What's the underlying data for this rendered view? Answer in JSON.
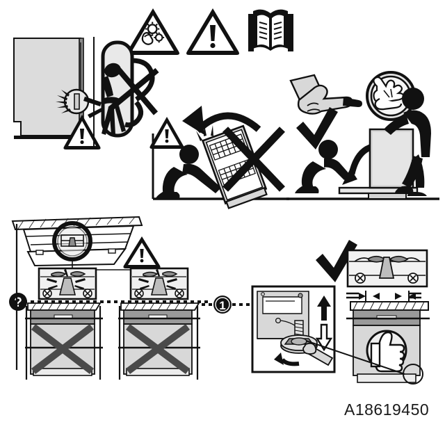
{
  "document": {
    "type": "appliance-installation-safety-pictogram-sheet",
    "code": "A18619450",
    "background_color": "#ffffff",
    "ink_color": "#111111",
    "panel_fill_light": "#d8d8d8",
    "panel_fill_mid": "#bdbdbd",
    "panel_fill_dark": "#8d8d8d"
  },
  "header_icons": [
    {
      "name": "pinch-hazard-triangle",
      "label": "",
      "meaning": "hand crushing / rotating parts hazard",
      "shape": "triangle"
    },
    {
      "name": "general-warning-triangle",
      "label": "!",
      "meaning": "general warning",
      "shape": "triangle"
    },
    {
      "name": "read-manual-book",
      "label": "",
      "meaning": "read the instruction manual",
      "shape": "open-book"
    }
  ],
  "panel_top_left": {
    "name": "door-pinch-hazard",
    "items": [
      {
        "name": "appliance-door-panel",
        "meaning": "appliance front door, side view"
      },
      {
        "name": "hinge-pinch-point",
        "meaning": "highlighted hinge pinch point with impact rays"
      },
      {
        "name": "warning-triangle-small",
        "label": "!",
        "meaning": "warning"
      },
      {
        "name": "crossed-out-hand-in-gap",
        "meaning": "do not place hand in the door gap"
      }
    ]
  },
  "panel_tipping": {
    "name": "do-not-tip-appliance",
    "status": "prohibited",
    "marker": "X",
    "items": [
      {
        "name": "warning-triangle-small",
        "label": "!"
      },
      {
        "name": "curved-tipping-arrow",
        "meaning": "tipping rotation motion"
      },
      {
        "name": "person-tipping-appliance",
        "meaning": "one person tipping appliance onto its back"
      },
      {
        "name": "impact-burst",
        "meaning": "damage to interior racks"
      },
      {
        "name": "prohibition-cross",
        "label": "X"
      }
    ]
  },
  "panel_correct_lift": {
    "name": "correct-two-person-lift",
    "status": "approved",
    "marker": "check",
    "items": [
      {
        "name": "pointing-hand-icon",
        "meaning": "attention / note"
      },
      {
        "name": "two-hands-circle-icon",
        "meaning": "two persons required"
      },
      {
        "name": "check-mark",
        "label": "✓"
      },
      {
        "name": "person-kneeling-lifting-base",
        "meaning": "lift from the base"
      },
      {
        "name": "person-standing-holding-top",
        "meaning": "second person steadies the appliance"
      },
      {
        "name": "downward-curved-arrow",
        "meaning": "support direction"
      }
    ]
  },
  "panel_bottom_wrong": {
    "name": "incorrect-worktop-clearance",
    "status": "prohibited",
    "callout_marker": "?",
    "items": [
      {
        "name": "worktop-underside-perspective",
        "meaning": "underside of the worktop, perspective view"
      },
      {
        "name": "magnifier-circle",
        "meaning": "detail zoom of the mounting area"
      },
      {
        "name": "collision-inset-left",
        "meaning": "leveling foot colliding with worktop underside"
      },
      {
        "name": "collision-inset-right",
        "meaning": "leveling foot colliding with worktop underside"
      },
      {
        "name": "warning-triangle-small",
        "label": "!"
      },
      {
        "name": "prohibition-cross-left",
        "label": "X"
      },
      {
        "name": "prohibition-cross-right",
        "label": "X"
      },
      {
        "name": "reference-dotted-line",
        "meaning": "worktop height reference line"
      },
      {
        "name": "screw-fixing-mark",
        "label": "⊗"
      }
    ]
  },
  "panel_detail_foot": {
    "name": "leveling-foot-adjustment",
    "step_marker": "1",
    "items": [
      {
        "name": "appliance-base-corner",
        "meaning": "corner of appliance base"
      },
      {
        "name": "threaded-leveling-foot",
        "meaning": "adjustable threaded foot"
      },
      {
        "name": "wrench-tool",
        "meaning": "spanner used to turn the foot"
      },
      {
        "name": "rotation-arrow",
        "meaning": "turn direction"
      },
      {
        "name": "arrow-up",
        "label": "↑",
        "meaning": "raise appliance"
      },
      {
        "name": "arrow-down",
        "label": "↓",
        "meaning": "lower appliance"
      }
    ]
  },
  "panel_bottom_right": {
    "name": "correct-installation-result",
    "status": "approved",
    "items": [
      {
        "name": "check-mark",
        "label": "✓"
      },
      {
        "name": "correct-clearance-inset",
        "meaning": "foot clears the worktop underside"
      },
      {
        "name": "thumbs-up-icon",
        "meaning": "correct result"
      },
      {
        "name": "clearance-dimension-arrows",
        "meaning": "side clearance dimensions"
      },
      {
        "name": "screw-fixing-mark",
        "label": "⊗"
      },
      {
        "name": "detail-leader-line",
        "meaning": "leader line to foot detail"
      }
    ]
  }
}
